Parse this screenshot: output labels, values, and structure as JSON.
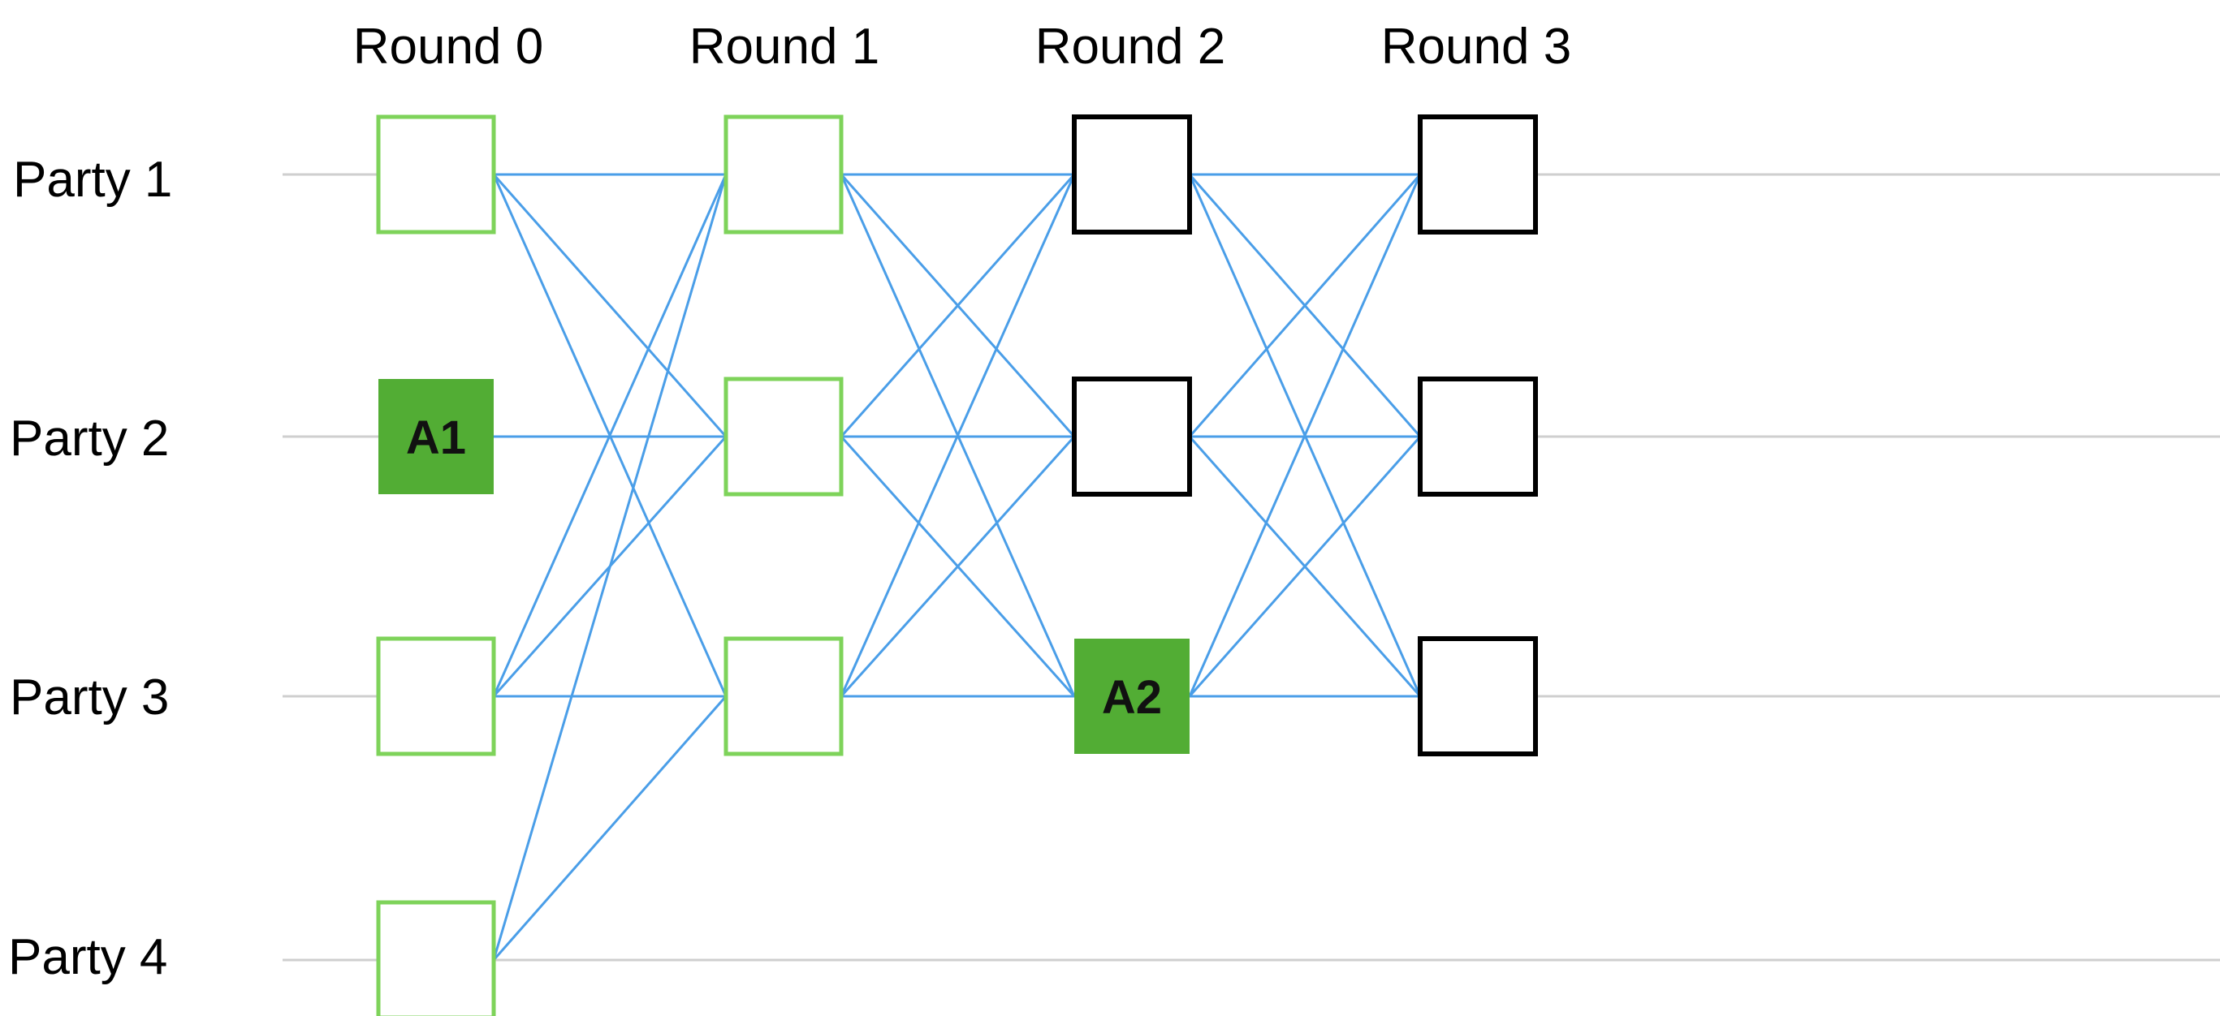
{
  "rounds": [
    "Round 0",
    "Round 1",
    "Round 2",
    "Round 3"
  ],
  "parties": [
    "Party 1",
    "Party 2",
    "Party 3",
    "Party 4"
  ],
  "colors": {
    "timeline": "#cfcfcf",
    "edge": "#4a9ee8",
    "completed_border": "#7ed35a",
    "pending_border": "#000000",
    "highlight_fill": "#52ad34"
  },
  "nodes": [
    {
      "round": 0,
      "party": 1,
      "state": "completed"
    },
    {
      "round": 0,
      "party": 2,
      "state": "highlighted",
      "label": "A1"
    },
    {
      "round": 0,
      "party": 3,
      "state": "completed"
    },
    {
      "round": 0,
      "party": 4,
      "state": "completed"
    },
    {
      "round": 1,
      "party": 1,
      "state": "completed"
    },
    {
      "round": 1,
      "party": 2,
      "state": "completed"
    },
    {
      "round": 1,
      "party": 3,
      "state": "completed"
    },
    {
      "round": 2,
      "party": 1,
      "state": "pending"
    },
    {
      "round": 2,
      "party": 2,
      "state": "pending"
    },
    {
      "round": 2,
      "party": 3,
      "state": "highlighted",
      "label": "A2"
    },
    {
      "round": 3,
      "party": 1,
      "state": "pending"
    },
    {
      "round": 3,
      "party": 2,
      "state": "pending"
    },
    {
      "round": 3,
      "party": 3,
      "state": "pending"
    }
  ],
  "edges": [
    {
      "from_round": 0,
      "from_party": 1,
      "to_round": 1,
      "to_party": 1
    },
    {
      "from_round": 0,
      "from_party": 1,
      "to_round": 1,
      "to_party": 2
    },
    {
      "from_round": 0,
      "from_party": 1,
      "to_round": 1,
      "to_party": 3
    },
    {
      "from_round": 0,
      "from_party": 2,
      "to_round": 1,
      "to_party": 2
    },
    {
      "from_round": 0,
      "from_party": 3,
      "to_round": 1,
      "to_party": 1
    },
    {
      "from_round": 0,
      "from_party": 3,
      "to_round": 1,
      "to_party": 2
    },
    {
      "from_round": 0,
      "from_party": 3,
      "to_round": 1,
      "to_party": 3
    },
    {
      "from_round": 0,
      "from_party": 4,
      "to_round": 1,
      "to_party": 1
    },
    {
      "from_round": 0,
      "from_party": 4,
      "to_round": 1,
      "to_party": 3
    },
    {
      "from_round": 1,
      "from_party": 1,
      "to_round": 2,
      "to_party": 1
    },
    {
      "from_round": 1,
      "from_party": 1,
      "to_round": 2,
      "to_party": 2
    },
    {
      "from_round": 1,
      "from_party": 1,
      "to_round": 2,
      "to_party": 3
    },
    {
      "from_round": 1,
      "from_party": 2,
      "to_round": 2,
      "to_party": 1
    },
    {
      "from_round": 1,
      "from_party": 2,
      "to_round": 2,
      "to_party": 2
    },
    {
      "from_round": 1,
      "from_party": 2,
      "to_round": 2,
      "to_party": 3
    },
    {
      "from_round": 1,
      "from_party": 3,
      "to_round": 2,
      "to_party": 1
    },
    {
      "from_round": 1,
      "from_party": 3,
      "to_round": 2,
      "to_party": 2
    },
    {
      "from_round": 1,
      "from_party": 3,
      "to_round": 2,
      "to_party": 3
    },
    {
      "from_round": 2,
      "from_party": 1,
      "to_round": 3,
      "to_party": 1
    },
    {
      "from_round": 2,
      "from_party": 1,
      "to_round": 3,
      "to_party": 2
    },
    {
      "from_round": 2,
      "from_party": 1,
      "to_round": 3,
      "to_party": 3
    },
    {
      "from_round": 2,
      "from_party": 2,
      "to_round": 3,
      "to_party": 1
    },
    {
      "from_round": 2,
      "from_party": 2,
      "to_round": 3,
      "to_party": 2
    },
    {
      "from_round": 2,
      "from_party": 2,
      "to_round": 3,
      "to_party": 3
    },
    {
      "from_round": 2,
      "from_party": 3,
      "to_round": 3,
      "to_party": 1
    },
    {
      "from_round": 2,
      "from_party": 3,
      "to_round": 3,
      "to_party": 2
    },
    {
      "from_round": 2,
      "from_party": 3,
      "to_round": 3,
      "to_party": 3
    }
  ]
}
